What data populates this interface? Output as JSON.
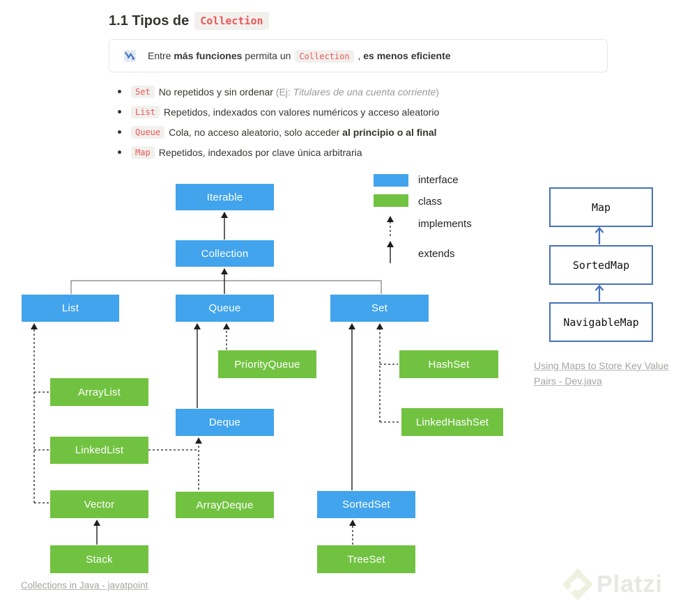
{
  "title": {
    "prefix": "1.1 Tipos de",
    "code": "Collection"
  },
  "callout": {
    "icon": "chart-decreasing-icon",
    "part1": "Entre ",
    "bold1": "más funciones",
    "part2": " permita un ",
    "code": "Collection",
    "part3": " , ",
    "bold2": "es menos eficiente"
  },
  "bullets": {
    "set": {
      "code": "Set",
      "text": "No repetidos y sin ordenar ",
      "paren_open": "(Ej: ",
      "example": "Titulares de una cuenta corriente",
      "paren_close": ")"
    },
    "list": {
      "code": "List",
      "text": "Repetidos, indexados con valores numéricos y acceso aleatorio"
    },
    "queue": {
      "code": "Queue",
      "text": "Cola, no acceso aleatorio, solo acceder ",
      "bold": "al principio o al final"
    },
    "map": {
      "code": "Map",
      "text": "Repetidos, indexados por clave única arbitraria"
    }
  },
  "legend": {
    "interface": "interface",
    "class": "class",
    "implements": "implements",
    "extends": "extends"
  },
  "diagram": {
    "nodes": {
      "iterable": "Iterable",
      "collection": "Collection",
      "list": "List",
      "queue": "Queue",
      "set": "Set",
      "priorityqueue": "PriorityQueue",
      "hashset": "HashSet",
      "arraylist": "ArrayList",
      "deque": "Deque",
      "linkedhashset": "LinkedHashSet",
      "linkedlist": "LinkedList",
      "vector": "Vector",
      "arraydeque": "ArrayDeque",
      "sortedset": "SortedSet",
      "stack": "Stack",
      "treeset": "TreeSet"
    }
  },
  "map_diagram": {
    "nodes": {
      "map": "Map",
      "sortedmap": "SortedMap",
      "navigablemap": "NavigableMap"
    },
    "caption": "Using Maps to Store Key Value Pairs - Dev.java"
  },
  "footer_link": "Collections in Java - javatpoint",
  "watermark": "Platzi",
  "colors": {
    "interface_blue": "#41a4ec",
    "class_green": "#72c241",
    "map_border_blue": "#4472b9",
    "code_red": "#eb5757",
    "connector_gray": "#7d7d7d"
  }
}
